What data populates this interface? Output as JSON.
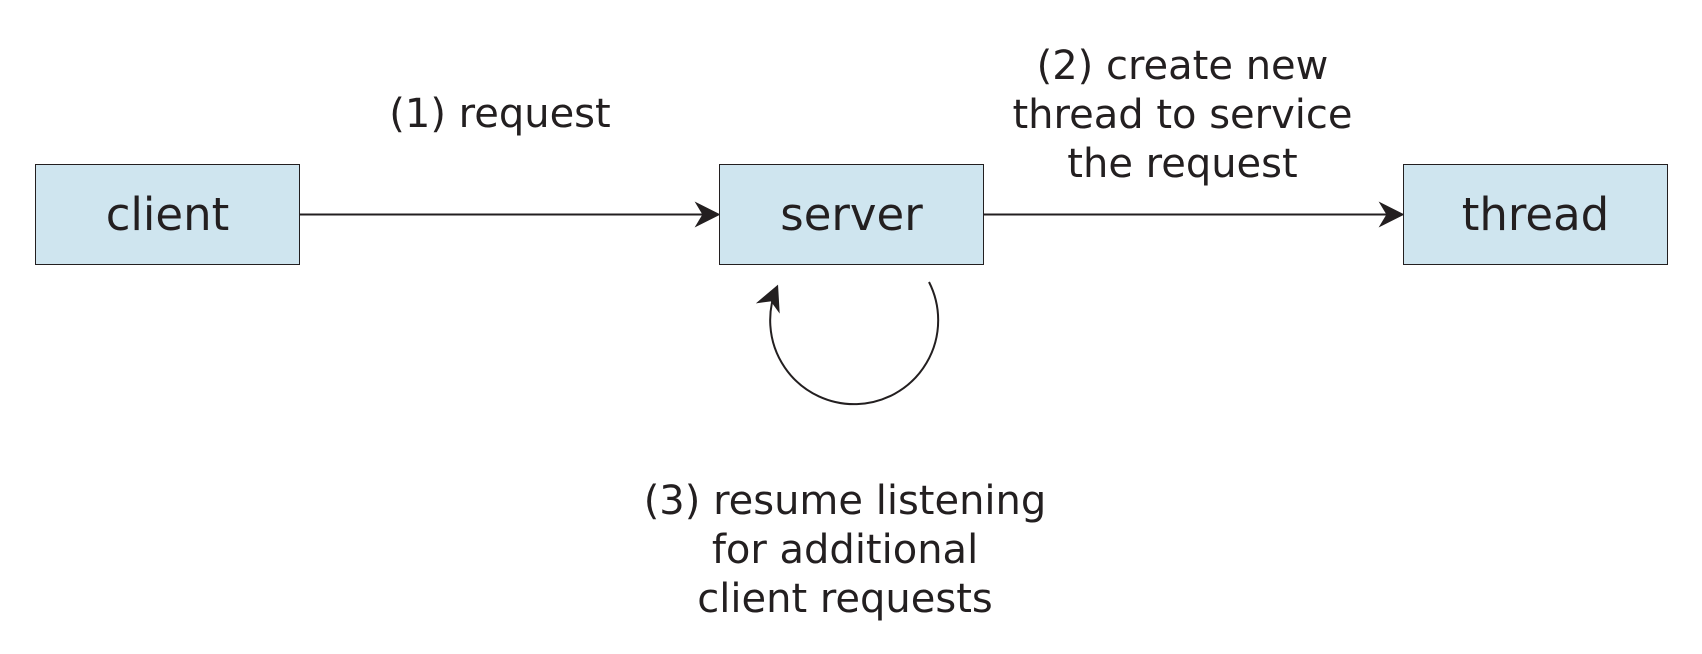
{
  "nodes": {
    "client": "client",
    "server": "server",
    "thread": "thread"
  },
  "edges": {
    "request": {
      "lines": [
        "(1) request"
      ]
    },
    "create_thread": {
      "lines": [
        "(2) create new",
        "thread to service",
        "the request"
      ]
    },
    "resume_listening": {
      "lines": [
        "(3) resume listening",
        "for additional",
        "client requests"
      ]
    }
  },
  "colors": {
    "node_fill": "#cfe5ef",
    "stroke": "#231f20",
    "text": "#231f20",
    "background": "#ffffff"
  }
}
